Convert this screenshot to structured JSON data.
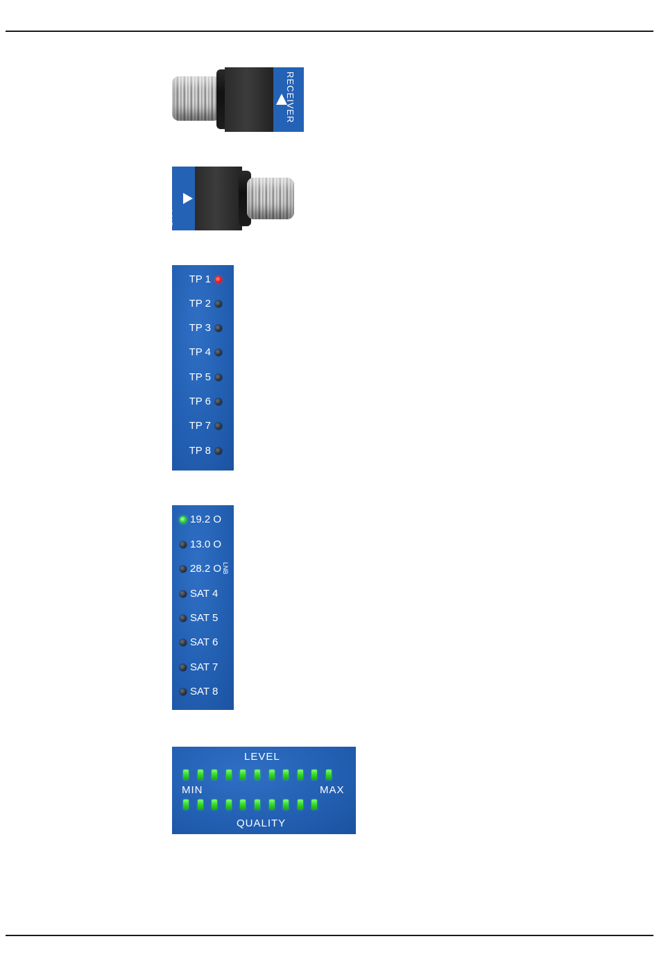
{
  "receiver_connector": {
    "label": "RECEIVER",
    "arrow_icon": "triangle-up-icon"
  },
  "lnb_connector": {
    "label": "LNB",
    "arrow_icon": "triangle-right-icon"
  },
  "tp_panel": {
    "items": [
      {
        "label": "TP 1",
        "led": "red"
      },
      {
        "label": "TP 2",
        "led": "off"
      },
      {
        "label": "TP 3",
        "led": "off"
      },
      {
        "label": "TP 4",
        "led": "off"
      },
      {
        "label": "TP 5",
        "led": "off"
      },
      {
        "label": "TP 6",
        "led": "off"
      },
      {
        "label": "TP 7",
        "led": "off"
      },
      {
        "label": "TP 8",
        "led": "off"
      }
    ]
  },
  "sat_panel": {
    "side_label": "LNB",
    "items": [
      {
        "label": "19.2 O",
        "led": "green"
      },
      {
        "label": "13.0 O",
        "led": "off"
      },
      {
        "label": "28.2 O",
        "led": "off"
      },
      {
        "label": "SAT 4",
        "led": "off"
      },
      {
        "label": "SAT 5",
        "led": "off"
      },
      {
        "label": "SAT 6",
        "led": "off"
      },
      {
        "label": "SAT 7",
        "led": "off"
      },
      {
        "label": "SAT 8",
        "led": "off"
      }
    ]
  },
  "level_quality_panel": {
    "level_label": "LEVEL",
    "quality_label": "QUALITY",
    "min_label": "MIN",
    "max_label": "MAX",
    "level_lit_segments": 11,
    "quality_lit_segments": 10
  },
  "colors": {
    "panel_blue": "#2462b6",
    "led_red": "#ff1f1f",
    "led_green": "#38e02e",
    "led_off": "#2b2e33"
  }
}
